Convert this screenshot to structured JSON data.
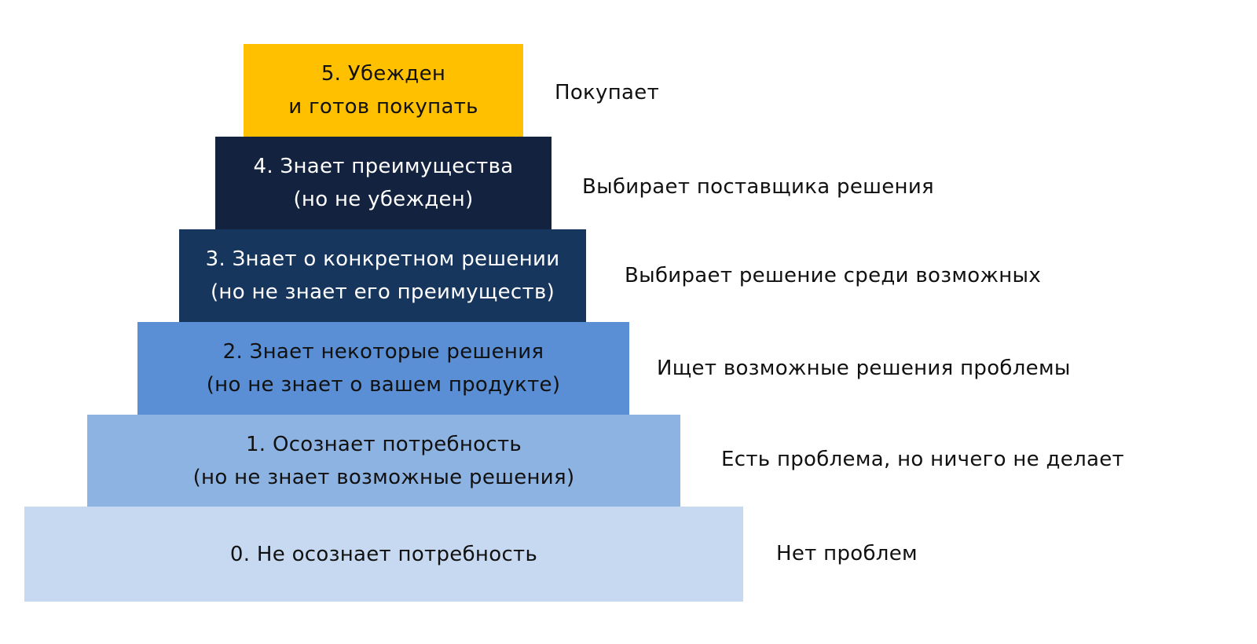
{
  "levels": [
    {
      "level": 0,
      "line1": "0. Не осознает потребность",
      "line2": "",
      "action": "Нет проблем",
      "color": "#c6d9f1",
      "text_color": "#111111"
    },
    {
      "level": 1,
      "line1": "1. Осознает потребность",
      "line2": "(но не знает возможные решения)",
      "action": "Есть проблема, но ничего не делает",
      "color": "#8db3e2",
      "text_color": "#111111"
    },
    {
      "level": 2,
      "line1": "2. Знает некоторые решения",
      "line2": "(но не знает о вашем продукте)",
      "action": "Ищет возможные решения проблемы",
      "color": "#5a8fd5",
      "text_color": "#111111"
    },
    {
      "level": 3,
      "line1": "3. Знает о конкретном решении",
      "line2": "(но не знает его преимуществ)",
      "action": "Выбирает решение среди возможных",
      "color": "#17365d",
      "text_color": "#ffffff"
    },
    {
      "level": 4,
      "line1": "4. Знает преимущества",
      "line2": "(но не убежден)",
      "action": "Выбирает поставщика решения",
      "color": "#13233f",
      "text_color": "#ffffff"
    },
    {
      "level": 5,
      "line1": "5. Убежден",
      "line2": "и готов покупать",
      "action": "Покупает",
      "color": "#ffc000",
      "text_color": "#111111"
    }
  ]
}
